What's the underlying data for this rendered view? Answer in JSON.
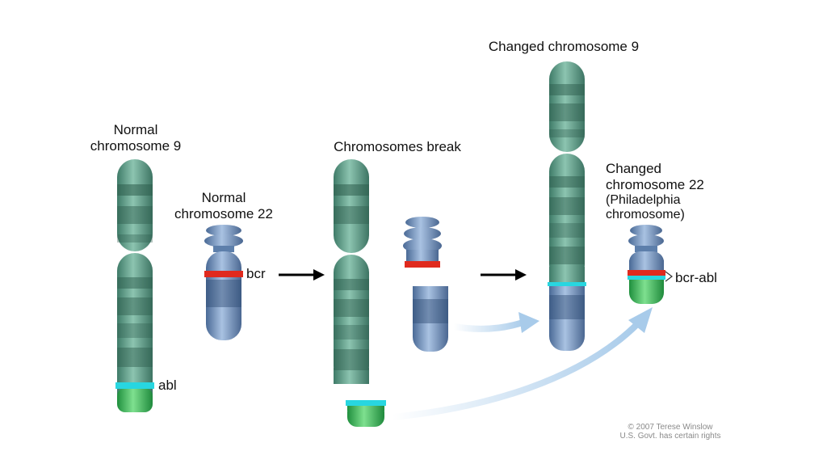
{
  "labels": {
    "normal_chr9_line1": "Normal",
    "normal_chr9_line2": "chromosome 9",
    "normal_chr22_line1": "Normal",
    "normal_chr22_line2": "chromosome 22",
    "abl": "abl",
    "bcr": "bcr",
    "chromosomes_break": "Chromosomes break",
    "changed_chr9": "Changed chromosome 9",
    "changed_chr22_line1": "Changed",
    "changed_chr22_line2": "chromosome 22",
    "changed_chr22_line3": "(Philadelphia",
    "changed_chr22_line4": "chromosome)",
    "bcr_abl": "bcr-abl"
  },
  "credit": {
    "line1": "© 2007 Terese Winslow",
    "line2": "U.S. Govt. has certain rights"
  },
  "colors": {
    "chr9_green": "#5f9b86",
    "chr22_blue": "#6f8fb8",
    "abl_cyan": "#28d6e0",
    "bcr_red": "#e02a1e",
    "abl_green": "#2fb052",
    "arrow_light_blue": "#a8cbea"
  }
}
